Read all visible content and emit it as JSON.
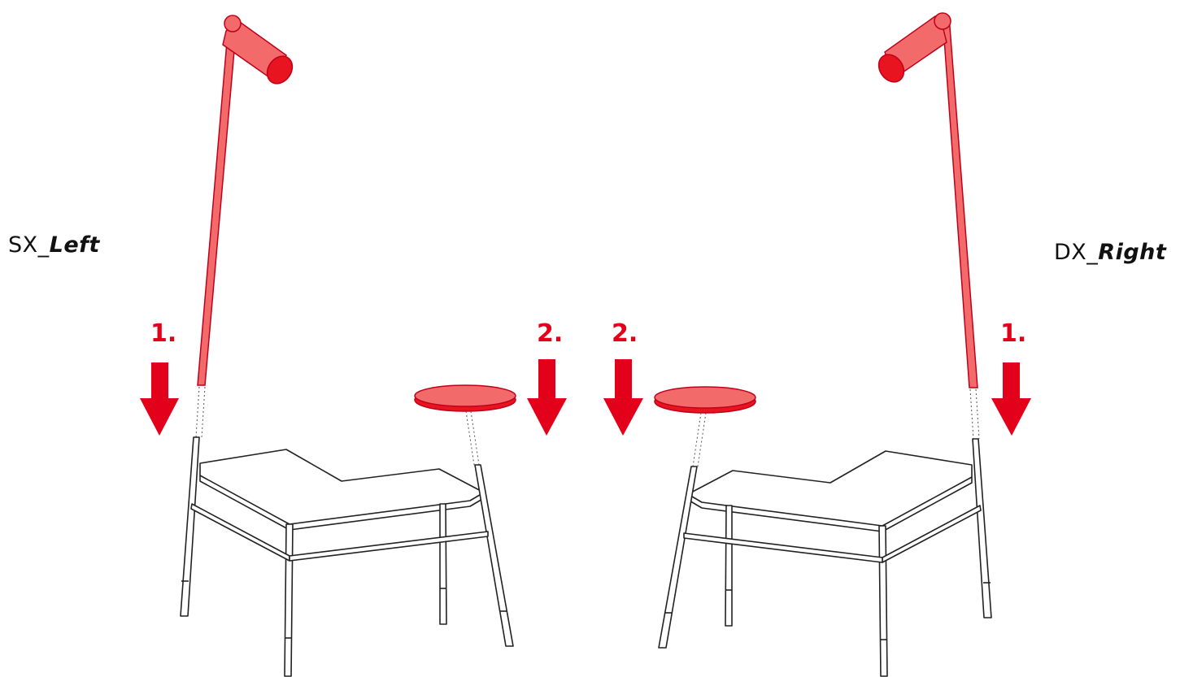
{
  "labels": {
    "left": {
      "code": "SX",
      "name": "Left"
    },
    "right": {
      "code": "DX",
      "name": "Right"
    }
  },
  "steps": {
    "left_lamp": "1.",
    "left_tray": "2.",
    "right_tray": "2.",
    "right_lamp": "1."
  },
  "colors": {
    "accent": "#e3001b",
    "part_fill": "#f26a6a",
    "part_dark": "#e8141f",
    "line": "#222222"
  }
}
